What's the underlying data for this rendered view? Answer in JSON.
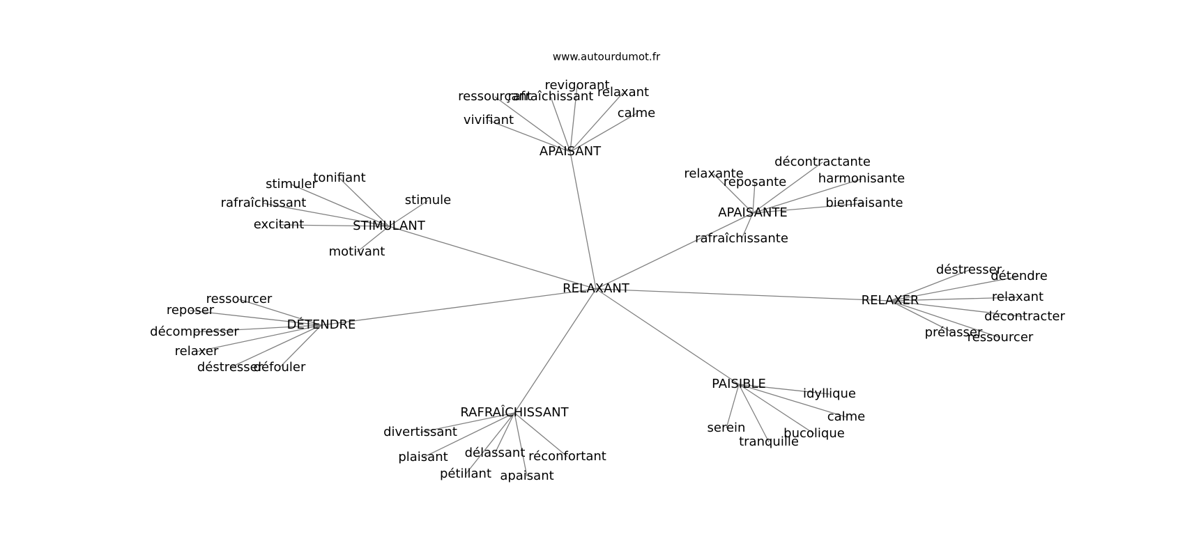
{
  "site": "www.autourdumot.fr",
  "root": "RELAXANT",
  "clusters": [
    {
      "word": "APAISANT",
      "leaves": [
        "ressourçant",
        "rafraîchissant",
        "revigorant",
        "relaxant",
        "calme",
        "vivifiant"
      ]
    },
    {
      "word": "STIMULANT",
      "leaves": [
        "tonifiant",
        "stimuler",
        "rafraîchissant",
        "stimule",
        "excitant",
        "motivant"
      ]
    },
    {
      "word": "APAISANTE",
      "leaves": [
        "relaxante",
        "reposante",
        "décontractante",
        "harmonisante",
        "bienfaisante",
        "rafraîchissante"
      ]
    },
    {
      "word": "RELAXER",
      "leaves": [
        "déstresser",
        "détendre",
        "relaxant",
        "décontracter",
        "prélasser",
        "ressourcer"
      ]
    },
    {
      "word": "DÉTENDRE",
      "leaves": [
        "ressourcer",
        "reposer",
        "décompresser",
        "relaxer",
        "déstresser",
        "défouler"
      ]
    },
    {
      "word": "PAISIBLE",
      "leaves": [
        "idyllique",
        "calme",
        "bucolique",
        "serein",
        "tranquille"
      ]
    },
    {
      "word": "RAFRAÎCHISSANT",
      "leaves": [
        "divertissant",
        "plaisant",
        "délassant",
        "réconfortant",
        "pétillant",
        "apaisant"
      ]
    }
  ]
}
